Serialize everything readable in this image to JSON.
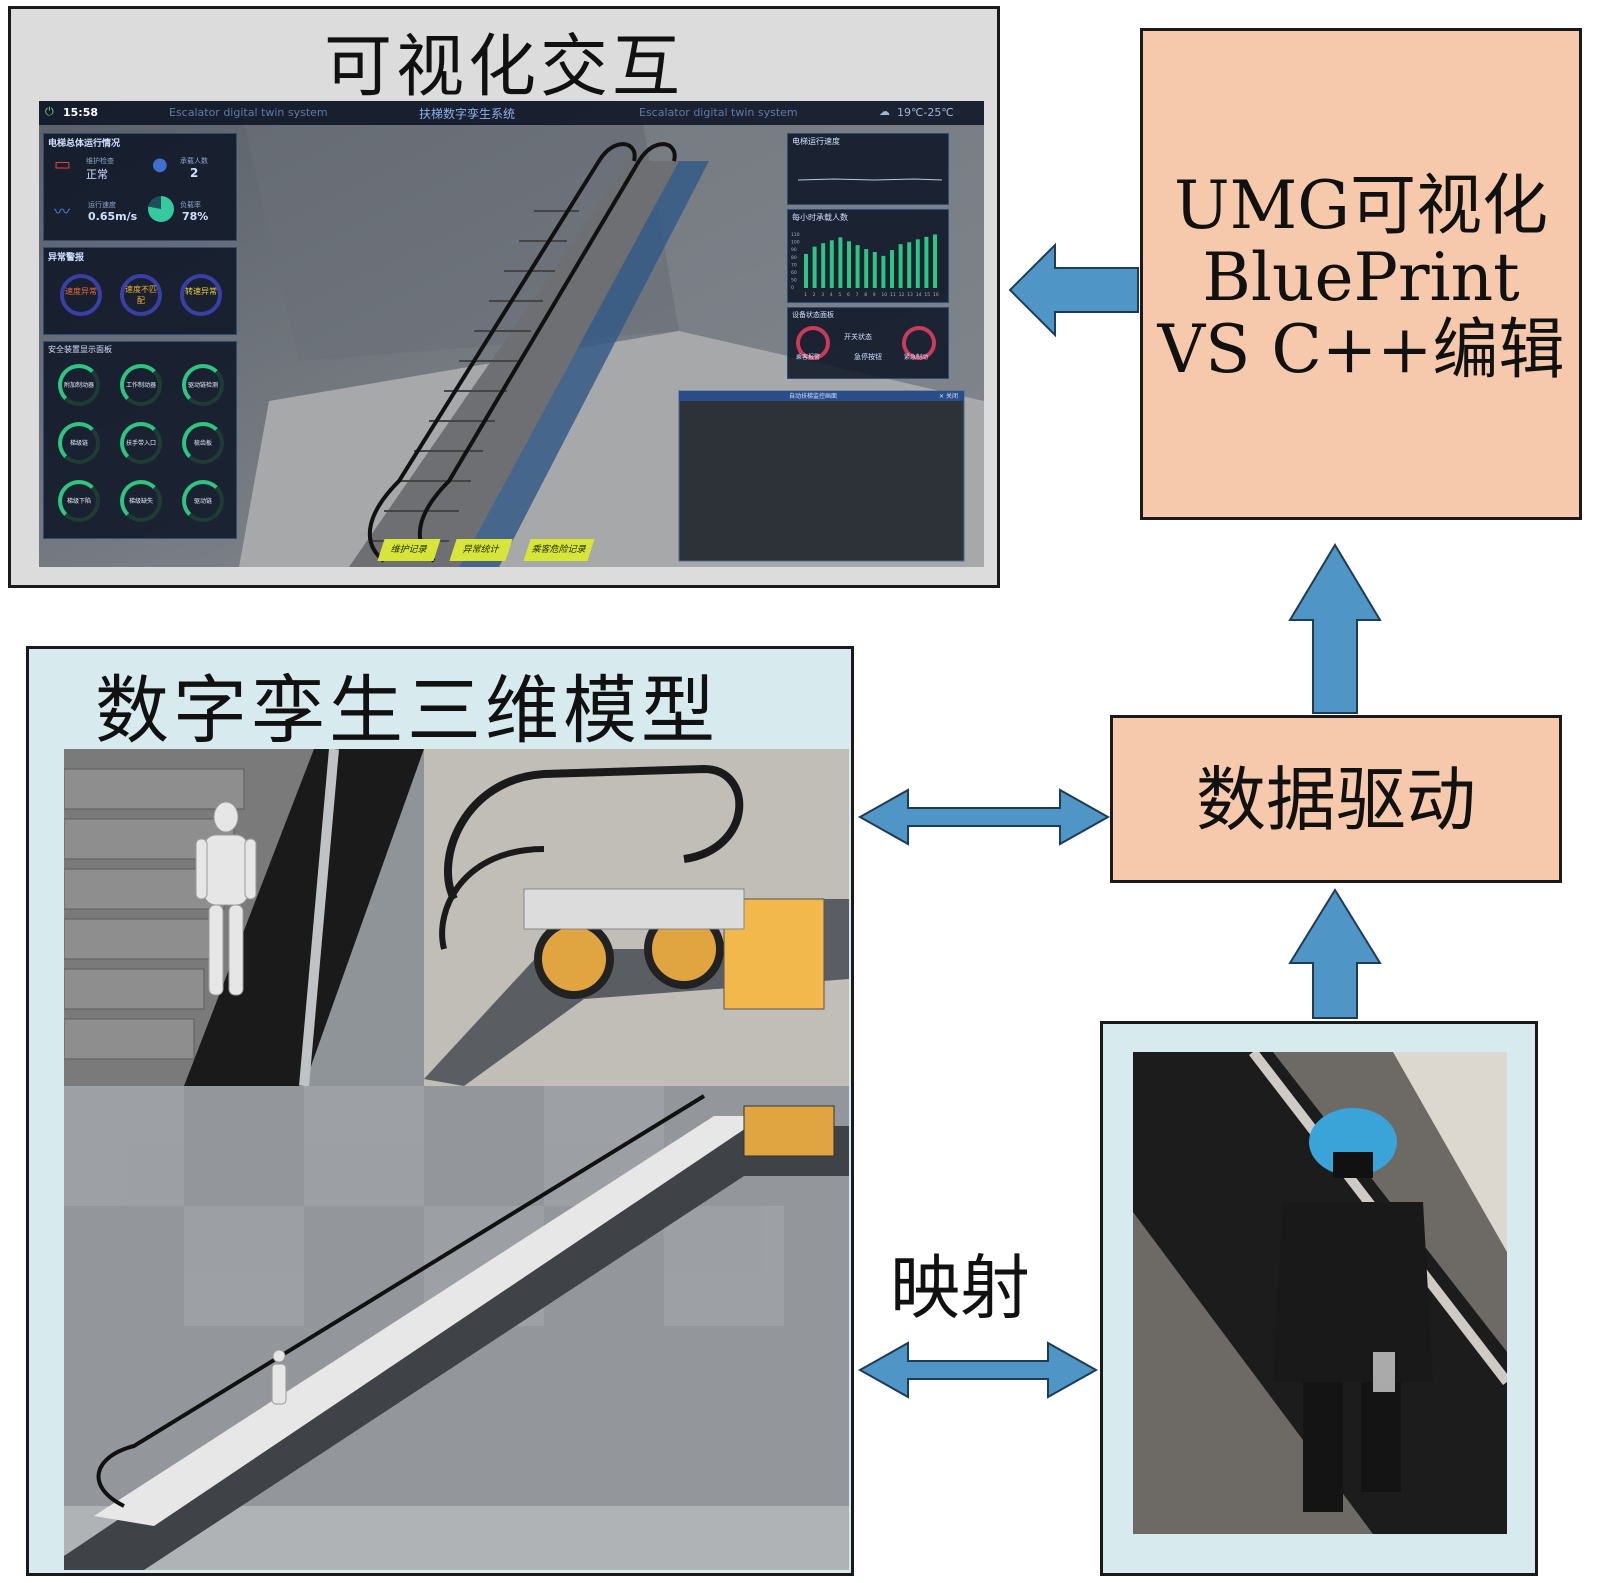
{
  "visualization": {
    "title": "可视化交互",
    "hud": {
      "time": "15:58",
      "system_title": "扶梯数字孪生系统",
      "banner_text": "Escalator digital twin system",
      "weather": "19℃-25℃",
      "overview_title": "电梯总体运行情况",
      "maintenance_label": "维护检查",
      "maintenance_value": "正常",
      "passengers_label": "承载人数",
      "passengers_value": "2",
      "speed_label": "运行速度",
      "speed_value": "0.65m/s",
      "load_label": "负载率",
      "load_value": "78%",
      "alarm_title": "异常警报",
      "alarm_items": [
        "速度异常",
        "速度不匹配",
        "转速异常"
      ],
      "safety_title": "安全装置显示面板",
      "safety_items": [
        "附加制动器",
        "工作制动器",
        "驱动链检测",
        "梯级链",
        "扶手带入口",
        "梳齿板",
        "梯级下陷",
        "梯级缺失",
        "驱动链"
      ],
      "speed_chart_title": "电梯运行速度",
      "hourly_chart_title": "每小时承载人数",
      "hourly_y_ticks": [
        "110",
        "100",
        "90",
        "80",
        "70",
        "60",
        "50",
        "0"
      ],
      "hourly_x_ticks": [
        "1",
        "2",
        "3",
        "4",
        "5",
        "6",
        "7",
        "8",
        "9",
        "10",
        "11",
        "12",
        "13",
        "14",
        "15",
        "16"
      ],
      "hourly_values": [
        70,
        85,
        92,
        98,
        104,
        96,
        88,
        80,
        74,
        66,
        78,
        90,
        94,
        100,
        105,
        110
      ],
      "status_title": "设备状态面板",
      "status_items": [
        "乘客报警",
        "急停按钮",
        "开关状态",
        "紧急制动"
      ],
      "video_title": "自动扶梯监控画面",
      "close_label": "关闭",
      "bottom_buttons": [
        "维护记录",
        "异常统计",
        "乘客危险记录"
      ]
    }
  },
  "umg_box": {
    "line1": "UMG可视化",
    "line2": "BluePrint",
    "line3": "VS C++编辑"
  },
  "data_driven_box": {
    "label": "数据驱动"
  },
  "model_panel": {
    "title": "数字孪生三维模型"
  },
  "mapping_label": "映射",
  "colors": {
    "arrow": "#4f95c6",
    "arrow_stroke": "#1f3b55",
    "orange_box": "#f6c9ad",
    "light_panel": "#d7eaee",
    "hud_green": "#2fc47f"
  }
}
